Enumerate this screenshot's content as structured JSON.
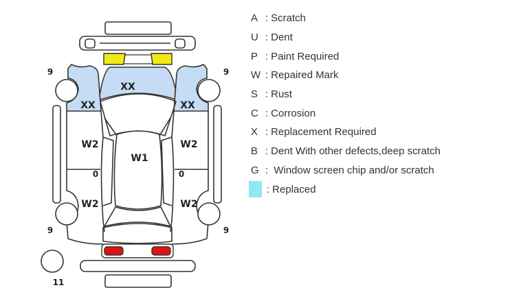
{
  "diagram": {
    "damage_codes": {
      "hood": "XX",
      "front_left_fender": "XX",
      "front_right_fender": "XX",
      "roof": "W1",
      "front_left_door": "W2",
      "front_right_door": "W2",
      "rear_left_door": "W2",
      "rear_right_door": "W2",
      "left_rocker": "0",
      "right_rocker": "0"
    },
    "tire_numbers": {
      "front_left": "9",
      "front_right": "9",
      "rear_left": "9",
      "rear_right": "9",
      "spare": "11"
    },
    "colors": {
      "replaced_panel": "#c6dcf4",
      "headlight": "#f2ea14",
      "taillight": "#e01212",
      "outline": "#333333"
    }
  },
  "legend": {
    "items": [
      {
        "key": "A",
        "label": "Scratch"
      },
      {
        "key": "U",
        "label": "Dent"
      },
      {
        "key": "P",
        "label": "Paint Required"
      },
      {
        "key": "W",
        "label": "Repaired Mark"
      },
      {
        "key": "S",
        "label": "Rust"
      },
      {
        "key": "C",
        "label": "Corrosion"
      },
      {
        "key": "X",
        "label": "Replacement Required"
      },
      {
        "key": "B",
        "label": "Dent With other defects,deep scratch"
      },
      {
        "key": "G",
        "label": " Window screen chip and/or scratch"
      }
    ],
    "replaced": {
      "label": "Replaced",
      "swatch_color": "#8fe8f8"
    }
  }
}
